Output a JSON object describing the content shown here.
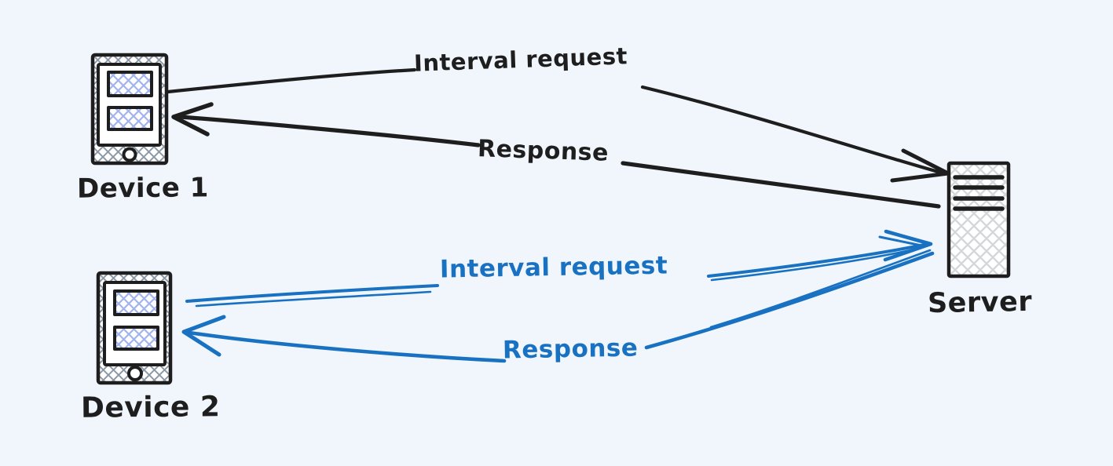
{
  "palette": {
    "background": "#f1f6fc",
    "ink_black": "#1e1e1e",
    "accent_blue": "#1971c2",
    "device_body_hatch_gray": "#8d99a6",
    "device_screen_hatch_blue": "#a2b4ef",
    "server_hatch_gray": "#d4d8dd"
  },
  "nodes": [
    {
      "id": "device1",
      "label": "Device 1",
      "icon": "phone-icon"
    },
    {
      "id": "device2",
      "label": "Device 2",
      "icon": "phone-icon"
    },
    {
      "id": "server",
      "label": "Server",
      "icon": "server-icon"
    }
  ],
  "flows": [
    {
      "from": "Device 1",
      "to": "Server",
      "label": "Interval request",
      "color": "#1e1e1e"
    },
    {
      "from": "Server",
      "to": "Device 1",
      "label": "Response",
      "color": "#1e1e1e"
    },
    {
      "from": "Device 2",
      "to": "Server",
      "label": "Interval request",
      "color": "#1971c2"
    },
    {
      "from": "Server",
      "to": "Device 2",
      "label": "Response",
      "color": "#1971c2"
    }
  ]
}
